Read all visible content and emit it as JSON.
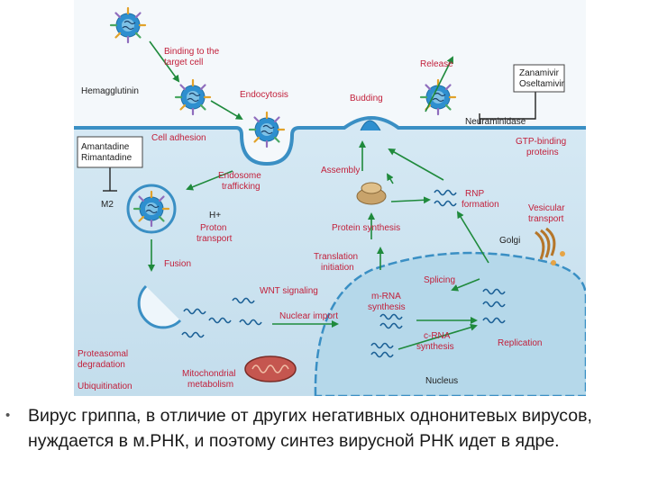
{
  "labels": {
    "binding": [
      "Binding to the",
      "target cell"
    ],
    "release": "Release",
    "hemagglutinin": "Hemagglutinin",
    "endocytosis": "Endocytosis",
    "budding": "Budding",
    "neuraminidase": "Neuraminidase",
    "zanamivir": [
      "Zanamivir",
      "Oseltamivir"
    ],
    "cell_adhesion": "Cell adhesion",
    "gtp_binding": [
      "GTP-binding",
      "proteins"
    ],
    "amantadine": [
      "Amantadine",
      "Rimantadine"
    ],
    "endosome": [
      "Endosome",
      "trafficking"
    ],
    "assembly": "Assembly",
    "m2": "M2",
    "h_plus": "H+",
    "proton": [
      "Proton",
      "transport"
    ],
    "rnp": [
      "RNP",
      "formation"
    ],
    "vesicular": [
      "Vesicular",
      "transport"
    ],
    "protein_synthesis": "Protein synthesis",
    "golgi": "Golgi",
    "translation": [
      "Translation",
      "initiation"
    ],
    "fusion": "Fusion",
    "splicing": "Splicing",
    "wnt": "WNT signaling",
    "mrna": [
      "m-RNA",
      "synthesis"
    ],
    "nuclear_import": "Nuclear import",
    "crna": [
      "c-RNA",
      "synthesis"
    ],
    "replication": "Replication",
    "proteasomal": [
      "Proteasomal",
      "degradation"
    ],
    "mitochondrial": [
      "Mitochondrial",
      "metabolism"
    ],
    "ubiquitination": "Ubiquitination",
    "nucleus": "Nucleus"
  },
  "caption": "Вирус гриппа, в отличие от других негативных однонитевых вирусов, нуждается в м.РНК, и поэтому синтез вирусной РНК идет в ядре.",
  "colors": {
    "background_top": "#f4f8fb",
    "cytoplasm": "#c8e1ef",
    "nucleus": "#b5d8ea",
    "membrane": "#3a8fc4",
    "arrow": "#1f8a3c",
    "label_red": "#c21f3a"
  }
}
